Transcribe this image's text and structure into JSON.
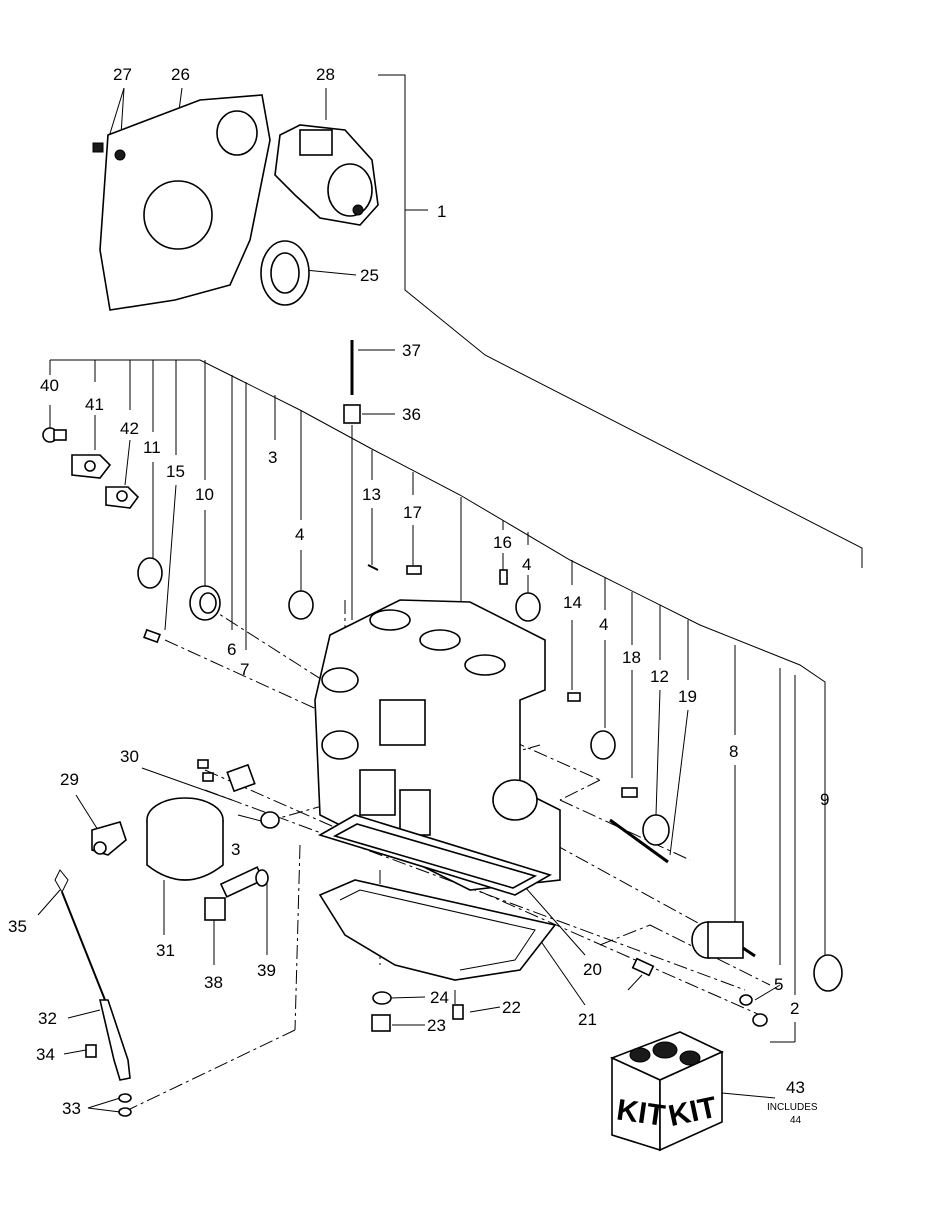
{
  "callouts": [
    "1",
    "2",
    "3",
    "3",
    "4",
    "4",
    "4",
    "5",
    "6",
    "7",
    "8",
    "9",
    "10",
    "11",
    "12",
    "13",
    "14",
    "15",
    "16",
    "17",
    "18",
    "19",
    "20",
    "21",
    "22",
    "23",
    "24",
    "25",
    "26",
    "27",
    "28",
    "29",
    "30",
    "31",
    "32",
    "33",
    "34",
    "35",
    "36",
    "37",
    "38",
    "39",
    "40",
    "41",
    "42",
    "43"
  ],
  "kit": {
    "face_left": "KIT",
    "face_right": "KIT",
    "includes_label": "INCLUDES",
    "includes_number": "44"
  },
  "colors": {
    "ink": "#000000",
    "paper": "#ffffff"
  }
}
